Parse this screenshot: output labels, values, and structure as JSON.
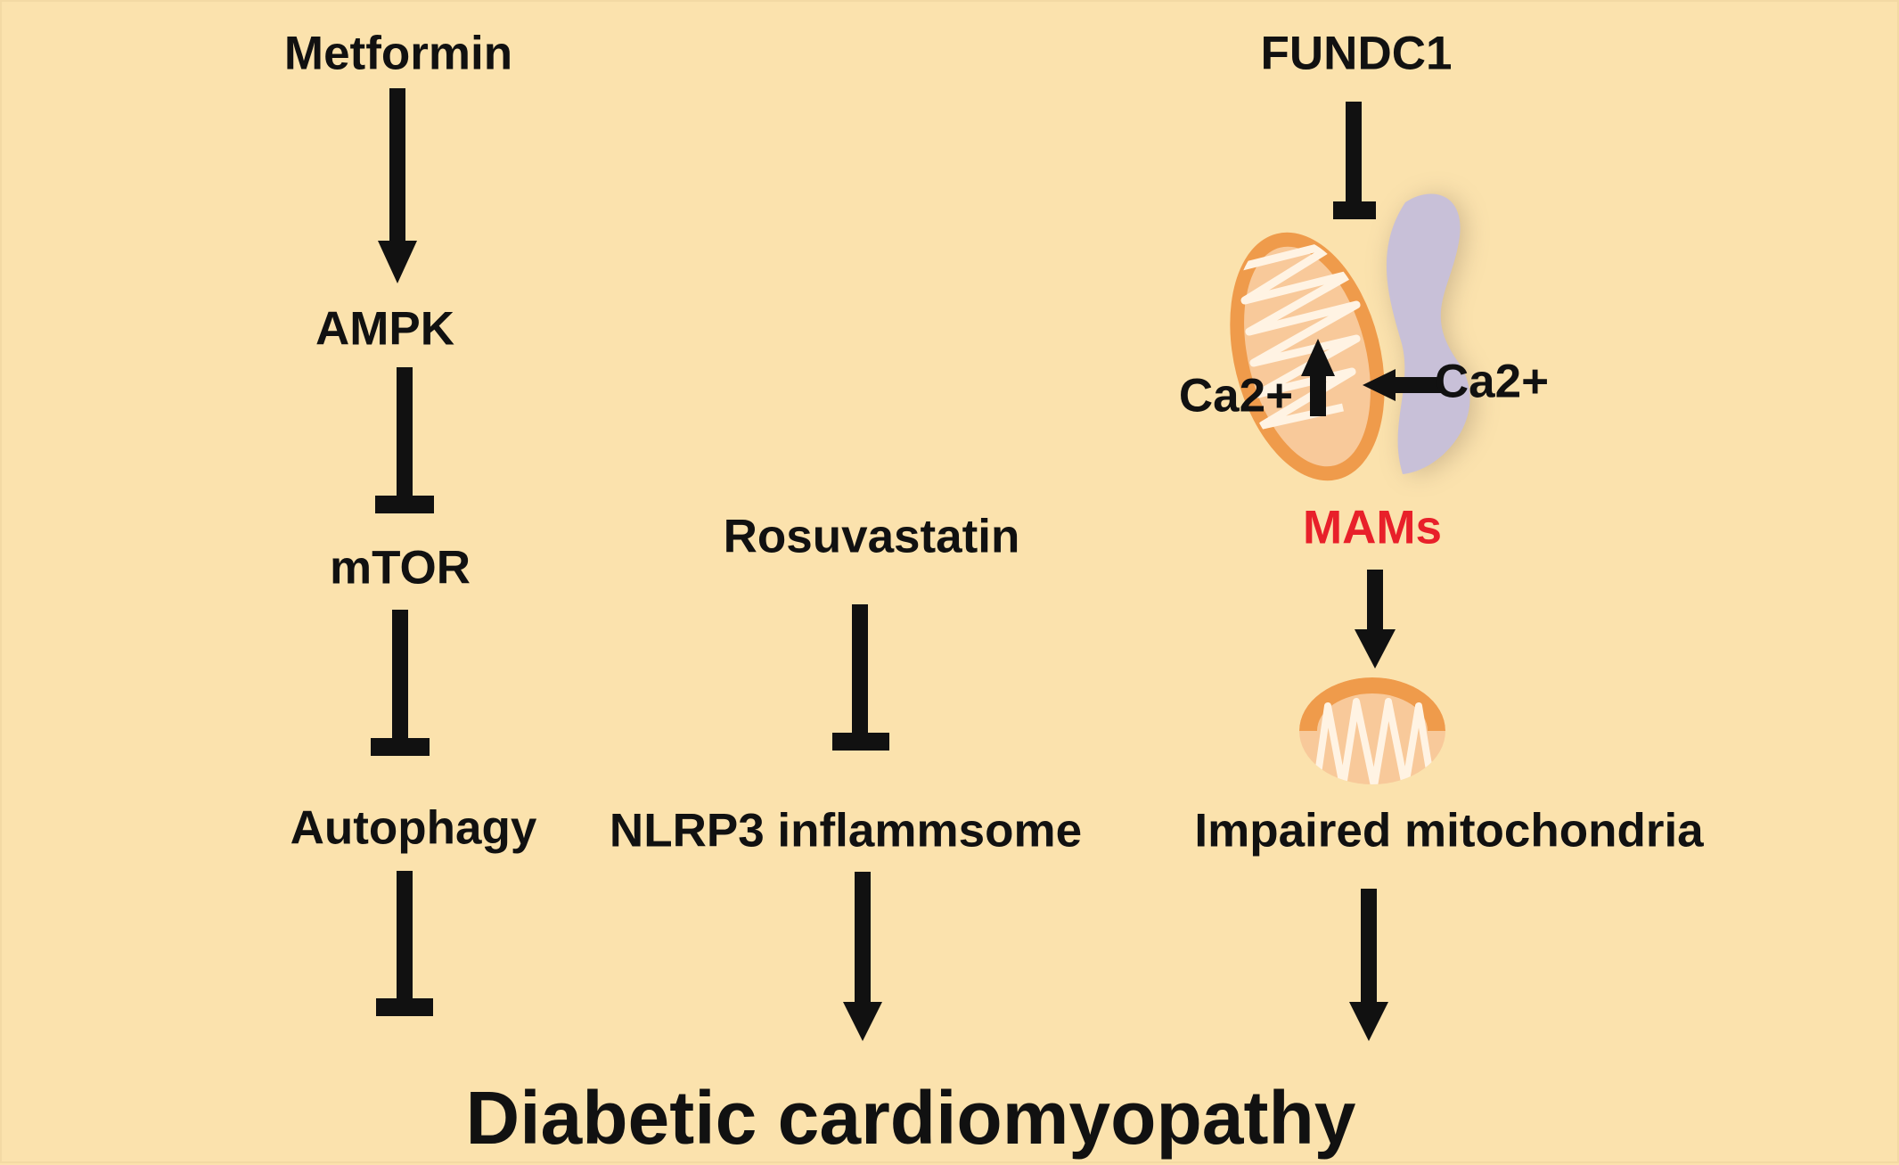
{
  "left_pathway": {
    "drug": "Metformin",
    "target1": "AMPK",
    "target2": "mTOR",
    "process": "Autophagy"
  },
  "middle_pathway": {
    "drug": "Rosuvastatin",
    "process": "NLRP3 inflammsome"
  },
  "right_pathway": {
    "regulator": "FUNDC1",
    "ion_left": "Ca2+",
    "ion_right": "Ca2+",
    "structure": "MAMs",
    "process": "Impaired mitochondria"
  },
  "outcome": "Diabetic cardiomyopathy",
  "colors": {
    "background": "#fbe2ad",
    "accent_red": "#e8202a",
    "mito_outer": "#ef9b4b",
    "mito_inner": "#f8c99a",
    "er": "#c8c0d8"
  }
}
